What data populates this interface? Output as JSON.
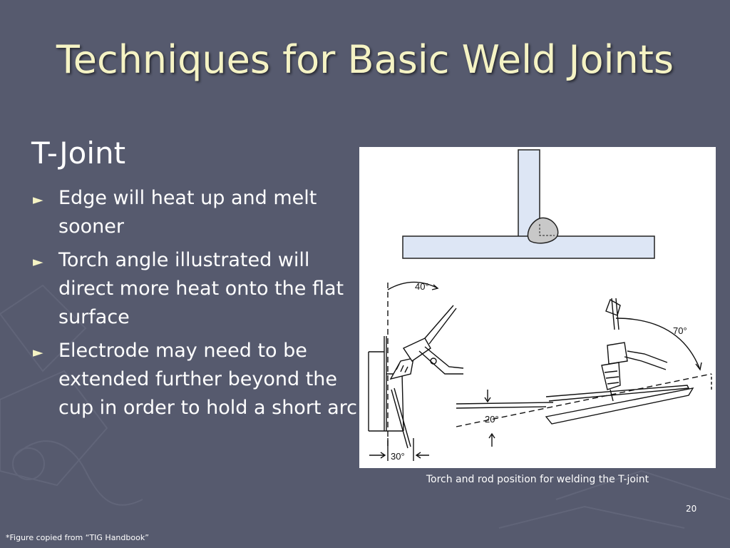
{
  "slide": {
    "title": "Techniques for Basic Weld Joints",
    "subheading": "T-Joint",
    "bullet_glyph": "►",
    "bullets": [
      "Edge will heat up and melt sooner",
      "Torch angle illustrated will direct more heat onto the flat surface",
      "Electrode may need to be extended further beyond the cup in order to hold a short arc"
    ],
    "figure": {
      "labels": {
        "angle_40": "40°",
        "angle_30": "30°",
        "angle_70": "70°",
        "angle_20": "20°"
      },
      "caption": "Torch and rod position for welding the T-joint"
    },
    "page_number": "20",
    "footnote": "*Figure copied from “TIG Handbook”"
  },
  "colors": {
    "background": "#565a6e",
    "title_text": "#f5f3c4",
    "body_text": "#ffffff",
    "metal_plate_fill": "#dde6f5",
    "weld_bead_fill": "#c8c8c8"
  }
}
